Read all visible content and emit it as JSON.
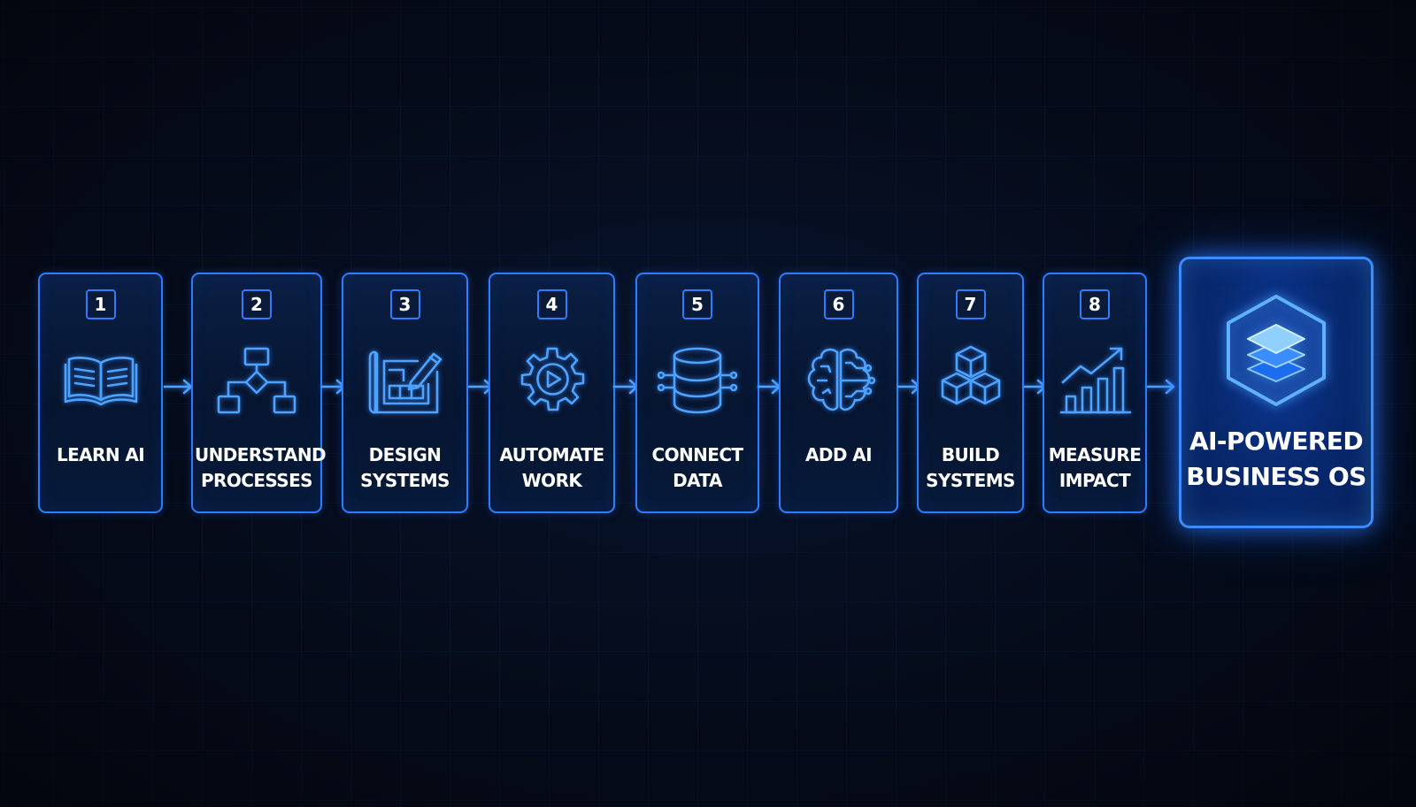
{
  "theme": {
    "accent": "#2f7dff",
    "accent_glow": "#4da3ff",
    "background": "#050b19",
    "card_fill": "#061530",
    "final_fill": "#082a72",
    "text": "#ffffff"
  },
  "steps": [
    {
      "number": "1",
      "label": "LEARN AI",
      "icon": "open-book-icon"
    },
    {
      "number": "2",
      "label": "UNDERSTAND\nPROCESSES",
      "icon": "flowchart-icon"
    },
    {
      "number": "3",
      "label": "DESIGN\nSYSTEMS",
      "icon": "blueprint-pencil-icon"
    },
    {
      "number": "4",
      "label": "AUTOMATE\nWORK",
      "icon": "gear-play-icon"
    },
    {
      "number": "5",
      "label": "CONNECT\nDATA",
      "icon": "database-icon"
    },
    {
      "number": "6",
      "label": "ADD AI",
      "icon": "brain-circuit-icon"
    },
    {
      "number": "7",
      "label": "BUILD\nSYSTEMS",
      "icon": "cubes-icon"
    },
    {
      "number": "8",
      "label": "MEASURE\nIMPACT",
      "icon": "growth-chart-icon"
    }
  ],
  "final": {
    "label": "AI-POWERED\nBUSINESS OS",
    "icon": "layered-hexagon-icon"
  }
}
